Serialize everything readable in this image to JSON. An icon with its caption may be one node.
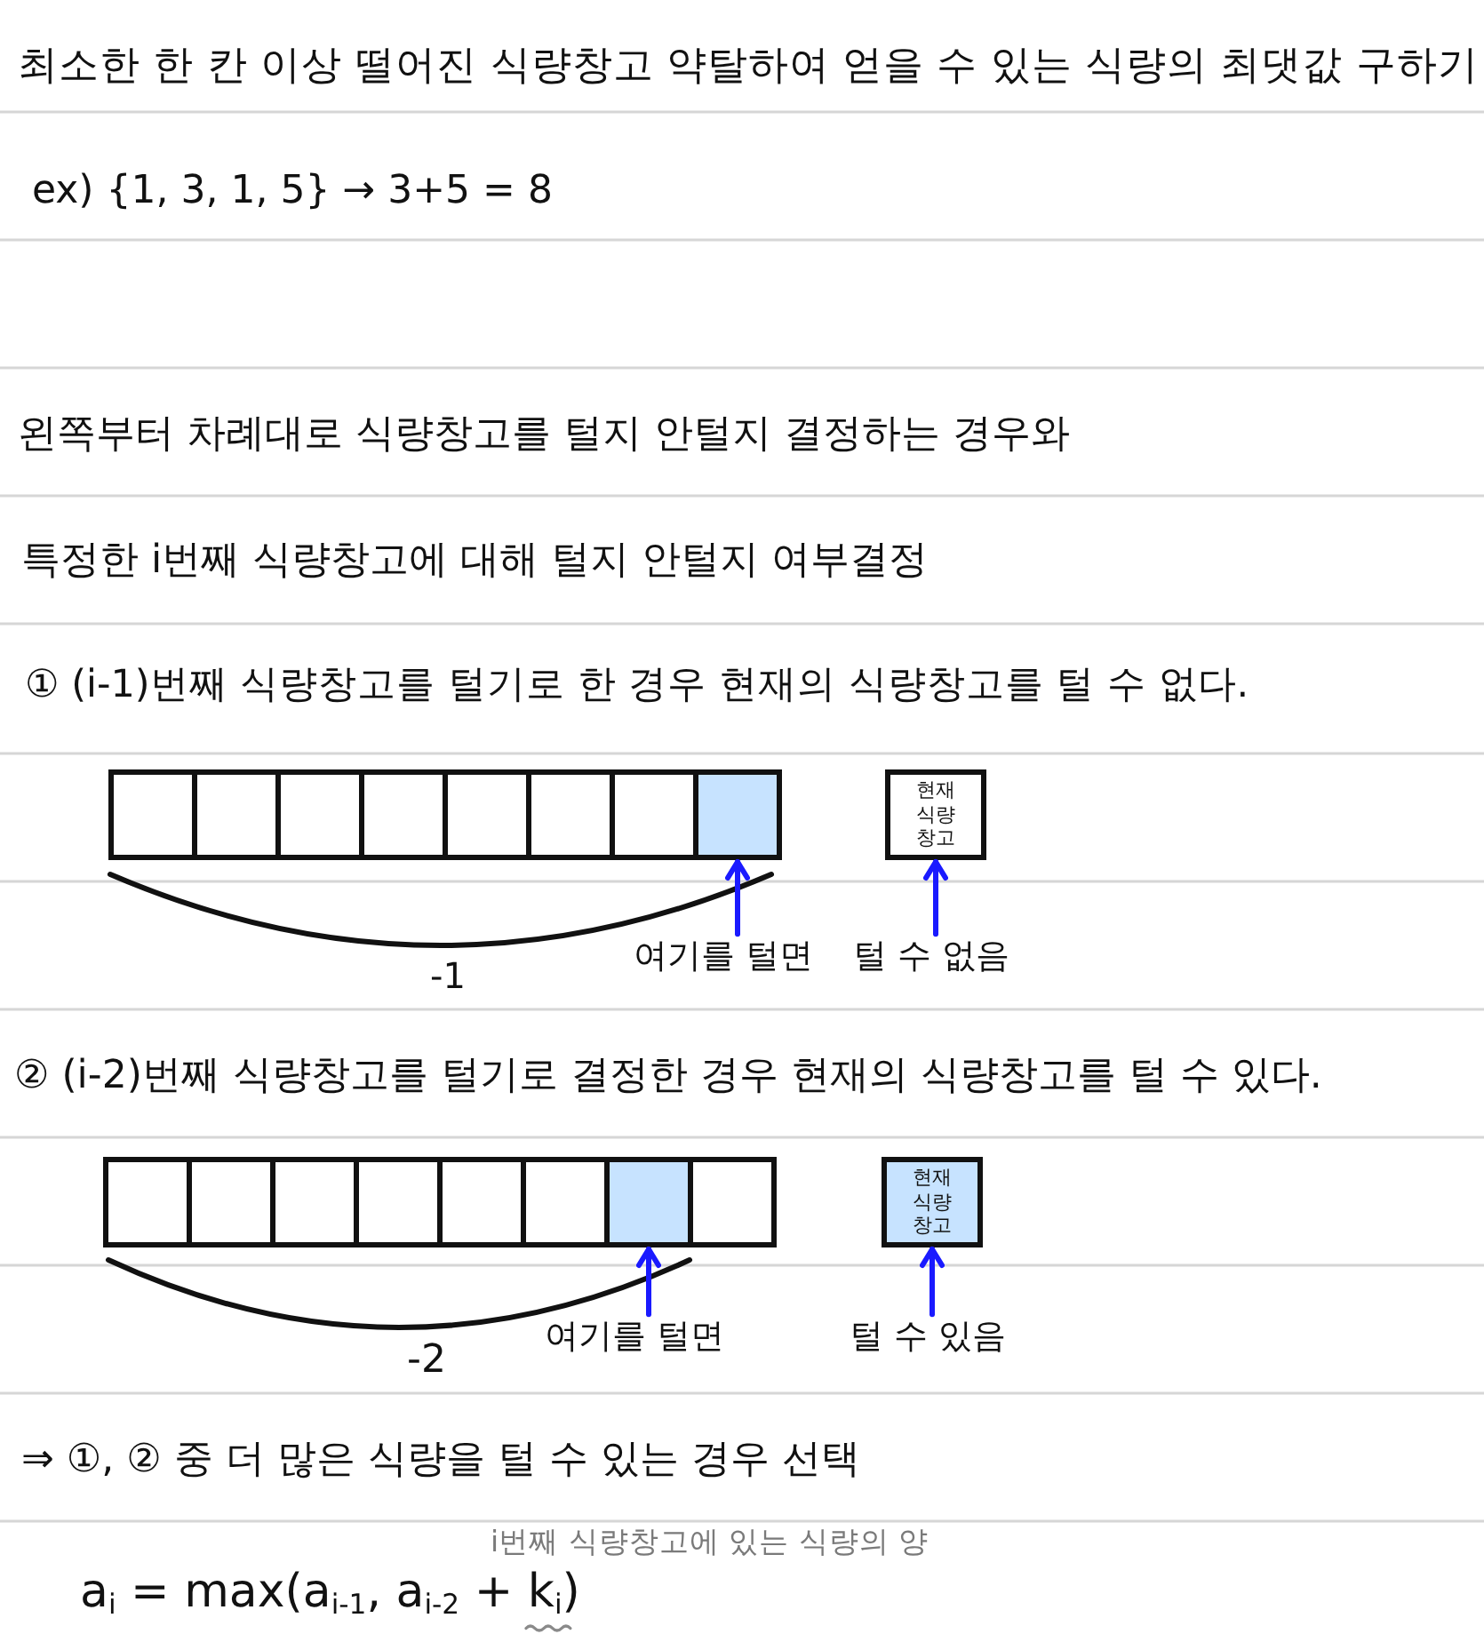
{
  "diagram": {
    "title": "최소한 한 칸 이상 떨어진 식량창고 약탈하여 얻을 수 있는 식량의 최댓값 구하기",
    "nodes": [
      {
        "text": [],
        "shape": "box"
      },
      {
        "text": [],
        "shape": "box"
      },
      {
        "text": [],
        "shape": "box"
      },
      {
        "text": [],
        "shape": "box"
      },
      {
        "text": [],
        "shape": "box"
      },
      {
        "text": [],
        "shape": "box"
      },
      {
        "text": [],
        "shape": "box"
      },
      {
        "text": [],
        "shape": "box"
      },
      {
        "text": [
          "현재 식량 창고"
        ]
      },
      {
        "text": [
          "여기를 털면"
        ]
      },
      {
        "text": [
          "털 수 없음"
        ]
      },
      {
        "text": [],
        "shape": "box"
      },
      {
        "text": [],
        "shape": "box"
      },
      {
        "text": [],
        "shape": "box"
      },
      {
        "text": [],
        "shape": "box"
      },
      {
        "text": [],
        "shape": "box"
      },
      {
        "text": [],
        "shape": "box"
      },
      {
        "text": [],
        "shape": "box"
      },
      {
        "text": [],
        "shape": "box"
      },
      {
        "text": [
          "현재 식량 창고"
        ]
      },
      {
        "text": [
          "여기를 털면"
        ]
      },
      {
        "text": [
          "털 수 있음"
        ]
      }
    ],
    "edges": [
      {
        "from": 9,
        "to": 7,
        "arrow": "to"
      },
      {
        "from": 10,
        "to": 8,
        "arrow": "to"
      },
      {
        "from": 20,
        "to": 17,
        "arrow": "to"
      },
      {
        "from": 21,
        "to": 19,
        "arrow": "to"
      }
    ],
    "labels": [
      "ex) {1, 3, 1, 5} → 3+5 = 8",
      "왼쪽부터 차례대로 식량창고를 털지 안털지 결정하는 경우와",
      "특정한 i번째 식량창고에 대해 털지 안털지 여부결정",
      "① (i-1)번째 식량창고를 털기로 한 경우 현재의 식량창고를 털 수 없다.",
      "-1",
      "② (i-2)번째 식량창고를 털기로 결정한 경우 현재의 식량창고를 털 수 있다.",
      "-2",
      "⇒ ①, ② 중 더 많은 식량을 털 수 있는 경우 선택",
      "i번째 식량창고에 있는 식량의 양",
      "a$_{i}$ = max(a$_{i-1}$, a$_{i-2}$ + k$_{i}$)"
    ]
  }
}
